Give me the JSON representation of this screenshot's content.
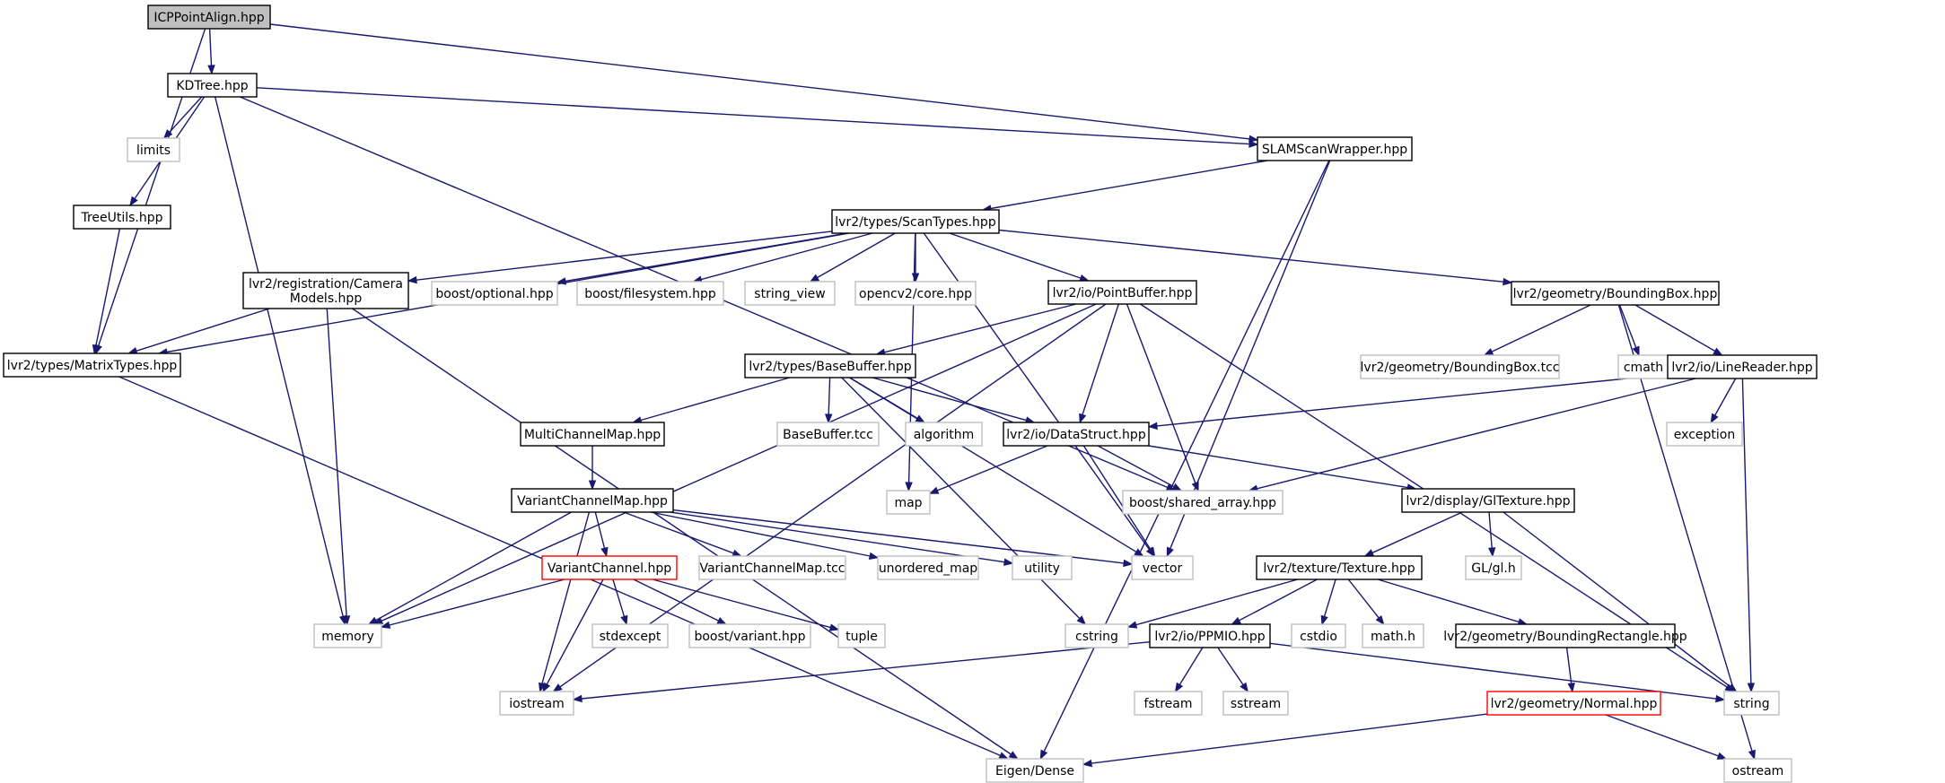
{
  "colors": {
    "edge": "#191970",
    "box_documented": "#000000",
    "box_external": "#bfbfbf",
    "box_incomplete": "#ff0000",
    "root_fill": "#bfbfbf",
    "node_fill": "#ffffff"
  },
  "nodes": {
    "icp": {
      "label": "ICPPointAlign.hpp",
      "kind": "root"
    },
    "kdtree": {
      "label": "KDTree.hpp",
      "kind": "documented"
    },
    "slam": {
      "label": "SLAMScanWrapper.hpp",
      "kind": "documented"
    },
    "limits": {
      "label": "limits",
      "kind": "external"
    },
    "treeutils": {
      "label": "TreeUtils.hpp",
      "kind": "documented"
    },
    "scantypes": {
      "label": "lvr2/types/ScanTypes.hpp",
      "kind": "documented"
    },
    "camera": {
      "label": "lvr2/registration/Camera\nModels.hpp",
      "kind": "documented"
    },
    "matrixtypes": {
      "label": "lvr2/types/MatrixTypes.hpp",
      "kind": "documented"
    },
    "optional": {
      "label": "boost/optional.hpp",
      "kind": "external"
    },
    "filesystem": {
      "label": "boost/filesystem.hpp",
      "kind": "external"
    },
    "string_view": {
      "label": "string_view",
      "kind": "external"
    },
    "opencv": {
      "label": "opencv2/core.hpp",
      "kind": "external"
    },
    "pointbuffer": {
      "label": "lvr2/io/PointBuffer.hpp",
      "kind": "documented"
    },
    "boundingbox": {
      "label": "lvr2/geometry/BoundingBox.hpp",
      "kind": "documented"
    },
    "basebuffer": {
      "label": "lvr2/types/BaseBuffer.hpp",
      "kind": "documented"
    },
    "bbtcc": {
      "label": "lvr2/geometry/BoundingBox.tcc",
      "kind": "external"
    },
    "cmath": {
      "label": "cmath",
      "kind": "external"
    },
    "linereader": {
      "label": "lvr2/io/LineReader.hpp",
      "kind": "documented"
    },
    "multichannel": {
      "label": "MultiChannelMap.hpp",
      "kind": "documented"
    },
    "basebuffertcc": {
      "label": "BaseBuffer.tcc",
      "kind": "external"
    },
    "algorithm": {
      "label": "algorithm",
      "kind": "external"
    },
    "datastruct": {
      "label": "lvr2/io/DataStruct.hpp",
      "kind": "documented"
    },
    "exception": {
      "label": "exception",
      "kind": "external"
    },
    "variantchannelmap": {
      "label": "VariantChannelMap.hpp",
      "kind": "documented"
    },
    "map": {
      "label": "map",
      "kind": "external"
    },
    "shared_array": {
      "label": "boost/shared_array.hpp",
      "kind": "external"
    },
    "gltexture": {
      "label": "lvr2/display/GlTexture.hpp",
      "kind": "documented"
    },
    "variantchannel": {
      "label": "VariantChannel.hpp",
      "kind": "incomplete"
    },
    "vcmtcc": {
      "label": "VariantChannelMap.tcc",
      "kind": "external"
    },
    "unordered_map": {
      "label": "unordered_map",
      "kind": "external"
    },
    "utility": {
      "label": "utility",
      "kind": "external"
    },
    "vector": {
      "label": "vector",
      "kind": "external"
    },
    "texture": {
      "label": "lvr2/texture/Texture.hpp",
      "kind": "documented"
    },
    "glh": {
      "label": "GL/gl.h",
      "kind": "external"
    },
    "memory": {
      "label": "memory",
      "kind": "external"
    },
    "stdexcept": {
      "label": "stdexcept",
      "kind": "external"
    },
    "boostvariant": {
      "label": "boost/variant.hpp",
      "kind": "external"
    },
    "tuple": {
      "label": "tuple",
      "kind": "external"
    },
    "cstring": {
      "label": "cstring",
      "kind": "external"
    },
    "ppmio": {
      "label": "lvr2/io/PPMIO.hpp",
      "kind": "documented"
    },
    "cstdio": {
      "label": "cstdio",
      "kind": "external"
    },
    "mathh": {
      "label": "math.h",
      "kind": "external"
    },
    "boundingrect": {
      "label": "lvr2/geometry/BoundingRectangle.hpp",
      "kind": "documented"
    },
    "iostream": {
      "label": "iostream",
      "kind": "external"
    },
    "fstream": {
      "label": "fstream",
      "kind": "external"
    },
    "sstream": {
      "label": "sstream",
      "kind": "external"
    },
    "string": {
      "label": "string",
      "kind": "external"
    },
    "normal": {
      "label": "lvr2/geometry/Normal.hpp",
      "kind": "incomplete"
    },
    "eigen": {
      "label": "Eigen/Dense",
      "kind": "external"
    },
    "ostream": {
      "label": "ostream",
      "kind": "external"
    }
  },
  "edges": [
    [
      "icp",
      "kdtree"
    ],
    [
      "icp",
      "slam"
    ],
    [
      "icp",
      "matrixtypes"
    ],
    [
      "kdtree",
      "limits"
    ],
    [
      "kdtree",
      "treeutils"
    ],
    [
      "kdtree",
      "memory"
    ],
    [
      "kdtree",
      "slam"
    ],
    [
      "kdtree",
      "shared_array"
    ],
    [
      "treeutils",
      "matrixtypes"
    ],
    [
      "slam",
      "scantypes"
    ],
    [
      "slam",
      "vector"
    ],
    [
      "slam",
      "eigen"
    ],
    [
      "scantypes",
      "camera"
    ],
    [
      "scantypes",
      "matrixtypes"
    ],
    [
      "scantypes",
      "optional"
    ],
    [
      "scantypes",
      "filesystem"
    ],
    [
      "scantypes",
      "string_view"
    ],
    [
      "scantypes",
      "opencv"
    ],
    [
      "scantypes",
      "pointbuffer"
    ],
    [
      "scantypes",
      "boundingbox"
    ],
    [
      "scantypes",
      "map"
    ],
    [
      "scantypes",
      "vector"
    ],
    [
      "camera",
      "matrixtypes"
    ],
    [
      "camera",
      "memory"
    ],
    [
      "camera",
      "eigen"
    ],
    [
      "matrixtypes",
      "eigen"
    ],
    [
      "pointbuffer",
      "memory"
    ],
    [
      "pointbuffer",
      "iostream"
    ],
    [
      "pointbuffer",
      "basebuffer"
    ],
    [
      "pointbuffer",
      "datastruct"
    ],
    [
      "pointbuffer",
      "shared_array"
    ],
    [
      "pointbuffer",
      "string"
    ],
    [
      "boundingbox",
      "bbtcc"
    ],
    [
      "boundingbox",
      "cmath"
    ],
    [
      "boundingbox",
      "linereader"
    ],
    [
      "boundingbox",
      "ostream"
    ],
    [
      "basebuffer",
      "multichannel"
    ],
    [
      "basebuffer",
      "basebuffertcc"
    ],
    [
      "basebuffer",
      "algorithm"
    ],
    [
      "basebuffer",
      "datastruct"
    ],
    [
      "basebuffer",
      "vector"
    ],
    [
      "basebuffer",
      "cstring"
    ],
    [
      "linereader",
      "datastruct"
    ],
    [
      "linereader",
      "exception"
    ],
    [
      "linereader",
      "shared_array"
    ],
    [
      "linereader",
      "string"
    ],
    [
      "multichannel",
      "variantchannelmap"
    ],
    [
      "datastruct",
      "map"
    ],
    [
      "datastruct",
      "shared_array"
    ],
    [
      "datastruct",
      "gltexture"
    ],
    [
      "datastruct",
      "vector"
    ],
    [
      "variantchannelmap",
      "variantchannel"
    ],
    [
      "variantchannelmap",
      "vcmtcc"
    ],
    [
      "variantchannelmap",
      "unordered_map"
    ],
    [
      "variantchannelmap",
      "utility"
    ],
    [
      "variantchannelmap",
      "vector"
    ],
    [
      "variantchannelmap",
      "memory"
    ],
    [
      "variantchannelmap",
      "iostream"
    ],
    [
      "gltexture",
      "texture"
    ],
    [
      "gltexture",
      "glh"
    ],
    [
      "gltexture",
      "string"
    ],
    [
      "variantchannel",
      "memory"
    ],
    [
      "variantchannel",
      "stdexcept"
    ],
    [
      "variantchannel",
      "boostvariant"
    ],
    [
      "variantchannel",
      "tuple"
    ],
    [
      "variantchannel",
      "iostream"
    ],
    [
      "texture",
      "cstring"
    ],
    [
      "texture",
      "ppmio"
    ],
    [
      "texture",
      "cstdio"
    ],
    [
      "texture",
      "mathh"
    ],
    [
      "texture",
      "boundingrect"
    ],
    [
      "ppmio",
      "iostream"
    ],
    [
      "ppmio",
      "fstream"
    ],
    [
      "ppmio",
      "sstream"
    ],
    [
      "ppmio",
      "string"
    ],
    [
      "boundingrect",
      "normal"
    ],
    [
      "normal",
      "eigen"
    ],
    [
      "normal",
      "ostream"
    ]
  ]
}
